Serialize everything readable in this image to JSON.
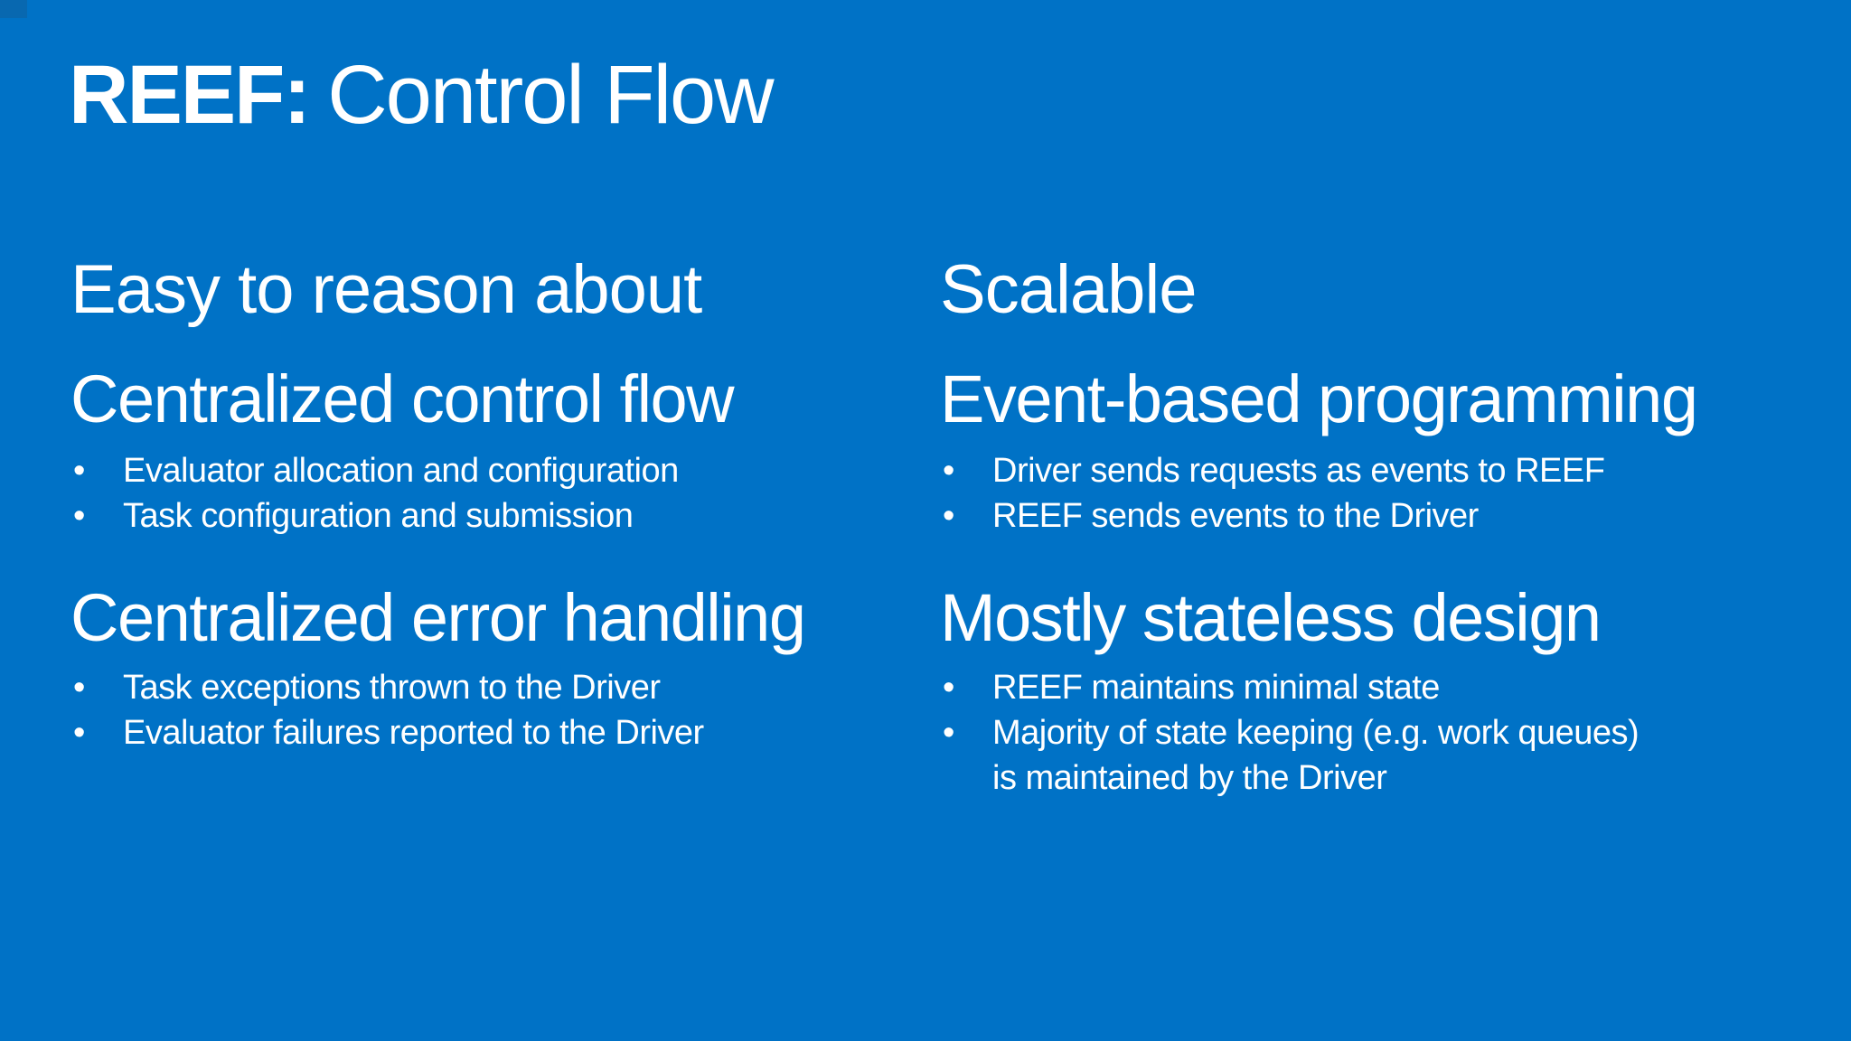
{
  "slide": {
    "colors": {
      "background": "#0072C6",
      "text": "#FFFFFF",
      "corner_accent": "#0868B0"
    },
    "bullet_char": "•",
    "title": {
      "brand": "REEF:",
      "rest": "Control Flow"
    },
    "columns": [
      {
        "heading": "Easy to reason about",
        "sections": [
          {
            "subheading": "Centralized control flow",
            "bullets": [
              "Evaluator allocation and configuration",
              "Task configuration and submission"
            ]
          },
          {
            "subheading": "Centralized error handling",
            "bullets": [
              "Task exceptions thrown to the Driver",
              "Evaluator failures reported to the Driver"
            ]
          }
        ]
      },
      {
        "heading": "Scalable",
        "sections": [
          {
            "subheading": "Event-based programming",
            "bullets": [
              "Driver sends requests as events to REEF",
              "REEF sends events to the Driver"
            ]
          },
          {
            "subheading": "Mostly stateless design",
            "bullets": [
              "REEF maintains minimal state",
              "Majority of state keeping (e.g. work queues)\nis maintained by the Driver"
            ]
          }
        ]
      }
    ]
  }
}
